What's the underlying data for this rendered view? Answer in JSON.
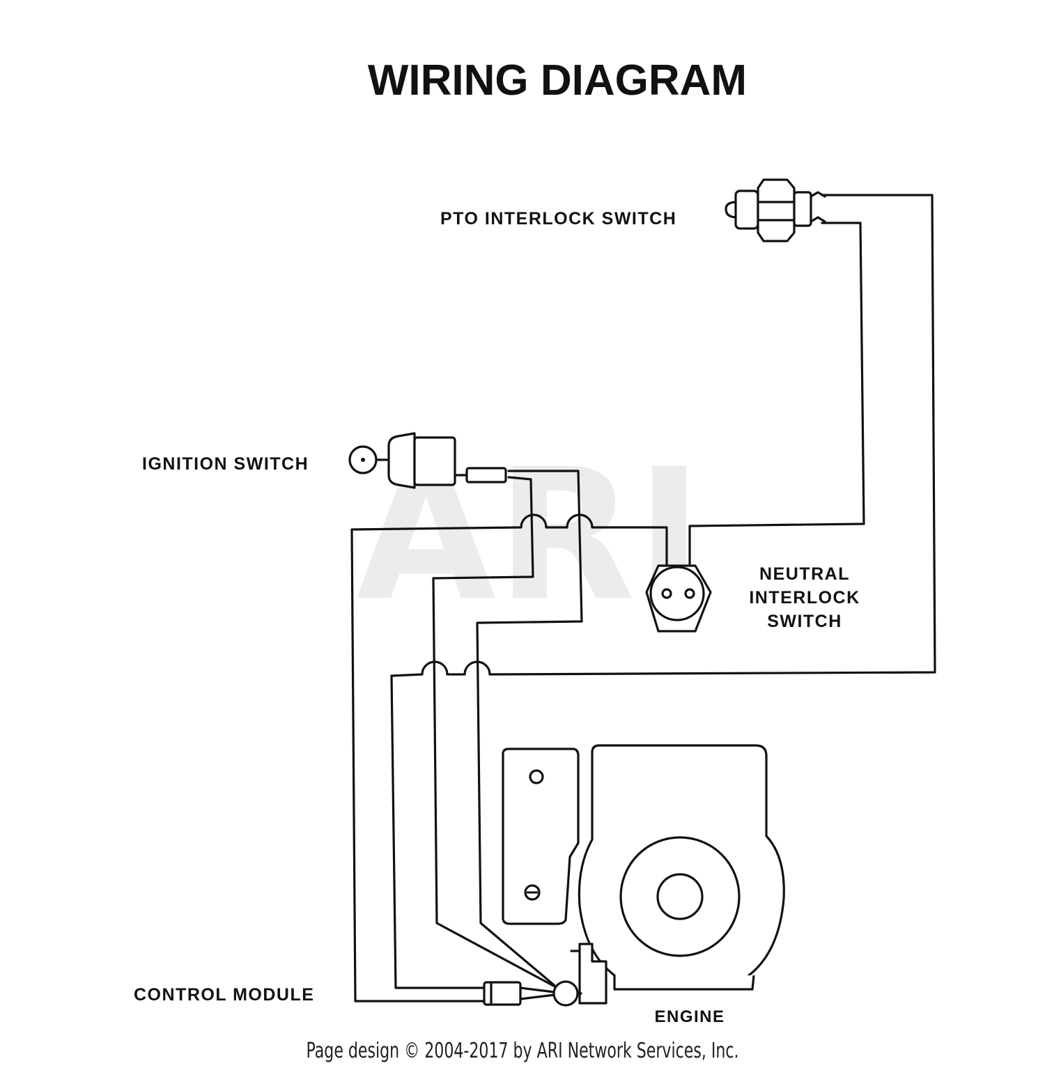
{
  "title": "WIRING DIAGRAM",
  "labels": {
    "pto_interlock_switch": "PTO INTERLOCK SWITCH",
    "ignition_switch": "IGNITION SWITCH",
    "neutral_interlock_switch": [
      "NEUTRAL",
      "INTERLOCK",
      "SWITCH"
    ],
    "control_module": "CONTROL MODULE",
    "engine": "ENGINE"
  },
  "watermark": "ARI",
  "footer": "Page design © 2004-2017 by ARI Network Services, Inc.",
  "colors": {
    "line": "#111111",
    "background": "#ffffff",
    "watermark": "#ececec"
  }
}
